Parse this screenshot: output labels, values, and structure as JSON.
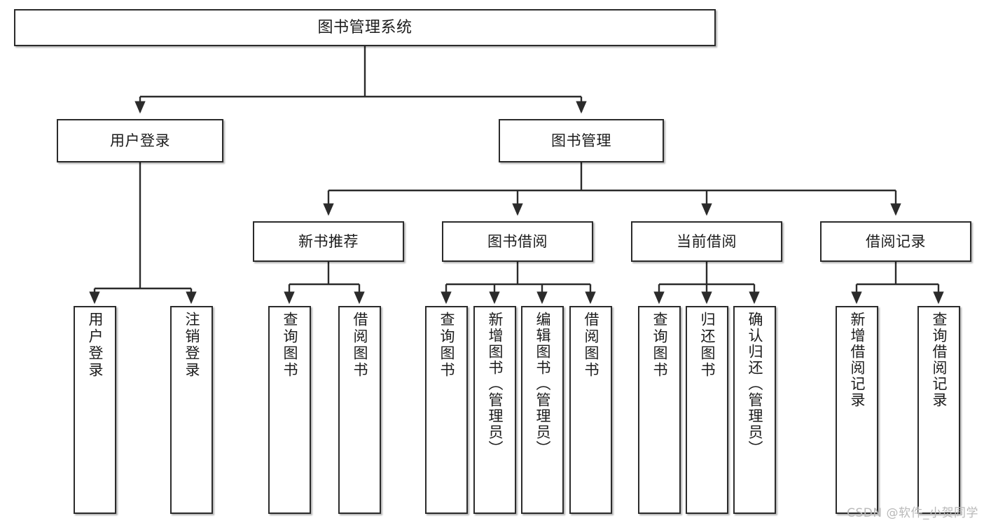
{
  "diagram": {
    "title": "图书管理系统",
    "type": "tree",
    "watermark": "CSDN @软件_小贺同学",
    "colors": {
      "box_border": "#2b2b2b",
      "box_fill": "#ffffff",
      "edge": "#2b2b2b",
      "text": "#1c1c1c",
      "watermark": "#b9b9b9",
      "background": "#ffffff"
    }
  },
  "nodes": {
    "root": {
      "label": "图书管理系统",
      "level": 0
    },
    "level1": [
      {
        "id": "user-login",
        "label": "用户登录"
      },
      {
        "id": "book-manage",
        "label": "图书管理"
      }
    ],
    "level2": [
      {
        "id": "new-book-recommend",
        "label": "新书推荐",
        "parent": "book-manage"
      },
      {
        "id": "book-borrow",
        "label": "图书借阅",
        "parent": "book-manage"
      },
      {
        "id": "current-borrow",
        "label": "当前借阅",
        "parent": "book-manage"
      },
      {
        "id": "borrow-record",
        "label": "借阅记录",
        "parent": "book-manage"
      }
    ],
    "leaves": [
      {
        "id": "leaf-user-login",
        "label": "用户登录",
        "parent": "user-login"
      },
      {
        "id": "leaf-user-logout",
        "label": "注销登录",
        "parent": "user-login"
      },
      {
        "id": "leaf-query-book-1",
        "label": "查询图书",
        "parent": "new-book-recommend"
      },
      {
        "id": "leaf-borrow-book-1",
        "label": "借阅图书",
        "parent": "new-book-recommend"
      },
      {
        "id": "leaf-query-book-2",
        "label": "查询图书",
        "parent": "book-borrow"
      },
      {
        "id": "leaf-add-book",
        "label": "新增图书（管理员）",
        "parent": "book-borrow"
      },
      {
        "id": "leaf-edit-book",
        "label": "编辑图书（管理员）",
        "parent": "book-borrow"
      },
      {
        "id": "leaf-borrow-book-2",
        "label": "借阅图书",
        "parent": "book-borrow"
      },
      {
        "id": "leaf-query-book-3",
        "label": "查询图书",
        "parent": "current-borrow"
      },
      {
        "id": "leaf-return-book",
        "label": "归还图书",
        "parent": "current-borrow"
      },
      {
        "id": "leaf-confirm-return",
        "label": "确认归还（管理员）",
        "parent": "current-borrow"
      },
      {
        "id": "leaf-add-record",
        "label": "新增借阅记录",
        "parent": "borrow-record"
      },
      {
        "id": "leaf-query-record",
        "label": "查询借阅记录",
        "parent": "borrow-record"
      }
    ]
  }
}
